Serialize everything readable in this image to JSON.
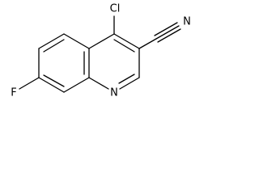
{
  "molecule": {
    "atoms": {
      "chlorine": "Cl",
      "nitrogen_nitrile": "N",
      "nitrogen_ring": "N",
      "fluorine": "F"
    },
    "colors": {
      "bond": "#000000",
      "label": "#000000",
      "background": "#ffffff"
    }
  }
}
